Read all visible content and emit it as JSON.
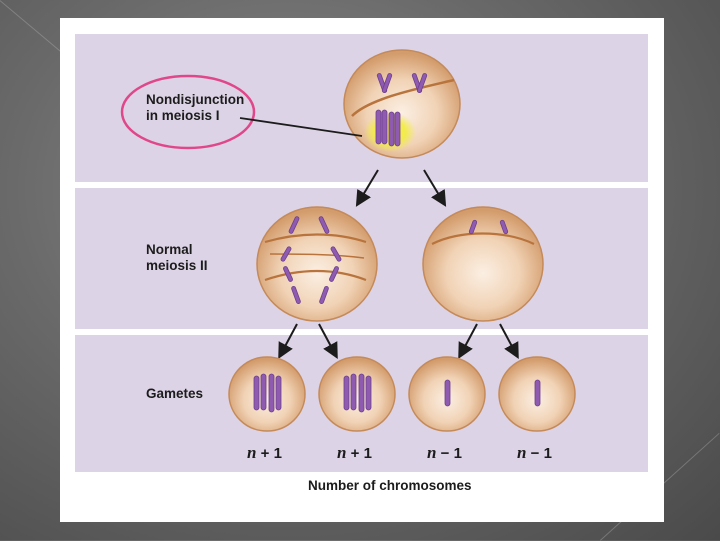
{
  "title": "",
  "annotation": {
    "line1": "Nondisjunction",
    "line2": "in meiosis I"
  },
  "row_labels": {
    "normal_line1": "Normal",
    "normal_line2": "meiosis II",
    "gametes": "Gametes"
  },
  "gamete_counts": [
    {
      "var": "n",
      "op": "+",
      "num": "1"
    },
    {
      "var": "n",
      "op": "+",
      "num": "1"
    },
    {
      "var": "n",
      "op": "−",
      "num": "1"
    },
    {
      "var": "n",
      "op": "−",
      "num": "1"
    }
  ],
  "axis_label": "Number of chromosomes",
  "colors": {
    "panel": "#ddd3e6",
    "cell_outer": "#d9a679",
    "cell_inner": "#f8e7d6",
    "chromosome": "#8f5bb0",
    "spindle": "#b8743c",
    "highlight_circle": "#e0478a",
    "nondisjunction_glow": "#f2ee3a"
  }
}
